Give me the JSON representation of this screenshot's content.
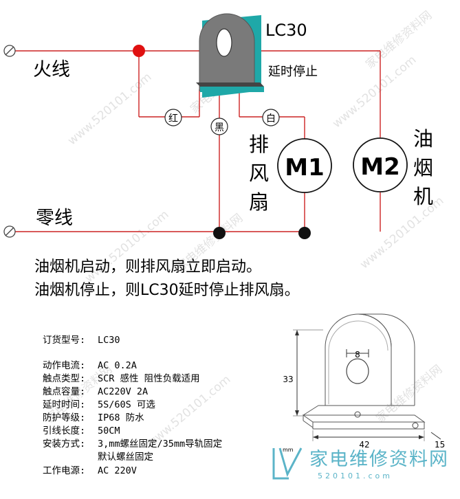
{
  "diagram": {
    "live_wire_label": "火线",
    "neutral_wire_label": "零线",
    "device_label": "LC30",
    "device_delay_label": "延时停止",
    "wire_red": "红",
    "wire_black": "黑",
    "wire_white": "白",
    "motor1": "M1",
    "motor2": "M2",
    "fan_label": [
      "排",
      "风",
      "扇"
    ],
    "hood_label": [
      "油",
      "烟",
      "机"
    ]
  },
  "description": {
    "line1": "油烟机启动，则排风扇立即启动。",
    "line2": "油烟机停止，则LC30延时停止排风扇。"
  },
  "specs": {
    "order_model": {
      "label": "订货型号:",
      "value": "LC30"
    },
    "rows": [
      {
        "label": "动作电流:",
        "value": "AC 0.2A"
      },
      {
        "label": "触点类型:",
        "value": "SCR 感性 阻性负载适用"
      },
      {
        "label": "触点容量:",
        "value": "AC220V 2A"
      },
      {
        "label": "延时时间:",
        "value": "5S/60S 可选"
      },
      {
        "label": "防护等级:",
        "value": "IP68 防水"
      },
      {
        "label": "引线长度:",
        "value": "50CM"
      },
      {
        "label": "安装方式:",
        "value": "3,mm螺丝固定/35mm导轨固定"
      }
    ],
    "install_extra": "默认螺丝固定",
    "power": {
      "label": "工作电源:",
      "value": "AC 220V"
    }
  },
  "drawing": {
    "dim_hole": "8",
    "dim_height": "33",
    "dim_width": "42",
    "dim_depth": "15",
    "unit": "mm"
  },
  "watermark": {
    "url": "www.520101.com",
    "site": "家电维修资料网",
    "brand": "家电维修资料网",
    "brand_url": "520101.com"
  },
  "colors": {
    "wire": "#cc2222",
    "device": "#7a7a7a",
    "device_edge": "#2aa3a3",
    "junction_red": "#e01010",
    "brand": "#5bb4c8"
  }
}
